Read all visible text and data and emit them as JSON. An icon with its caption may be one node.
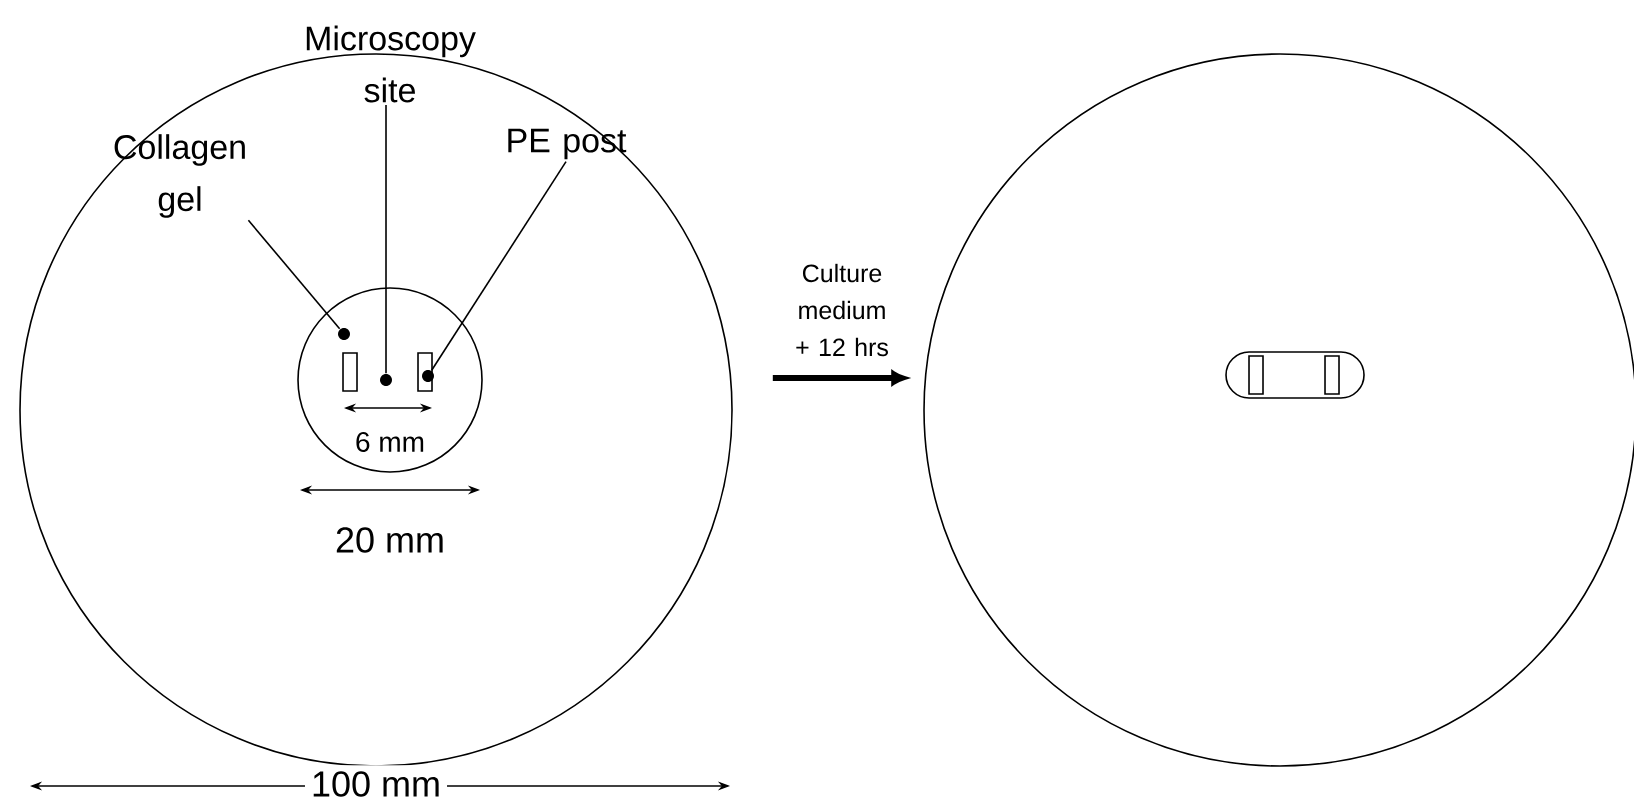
{
  "diagram": {
    "nodes": [
      {
        "text": [],
        "shape": "circle"
      },
      {
        "text": [],
        "shape": "circle",
        "in": 0
      },
      {
        "text": [],
        "shape": "box",
        "in": 1
      },
      {
        "text": [],
        "shape": "box",
        "in": 1
      },
      {
        "text": [],
        "shape": "dot",
        "in": 1
      },
      {
        "text": [],
        "shape": "dot",
        "in": 1
      },
      {
        "text": [],
        "shape": "dot",
        "in": 3
      },
      {
        "text": [
          "Collagen gel"
        ],
        "in": 0
      },
      {
        "text": [
          "Microscopy site"
        ],
        "in": 0
      },
      {
        "text": [
          "PE post"
        ],
        "in": 0
      },
      {
        "text": [],
        "shape": "circle"
      },
      {
        "text": [],
        "shape": "capsule",
        "in": 10
      },
      {
        "text": [],
        "shape": "box",
        "in": 11
      },
      {
        "text": [],
        "shape": "box",
        "in": 11
      }
    ],
    "edges": [
      {
        "from": 7,
        "to": 4,
        "arrow": "none"
      },
      {
        "from": 8,
        "to": 5,
        "arrow": "none"
      },
      {
        "from": 9,
        "to": 6,
        "arrow": "none"
      },
      {
        "from": 0,
        "to": 10,
        "arrow": "to",
        "style": "thick",
        "label": "Culture medium + 12 hrs"
      }
    ],
    "labels": [
      "6 mm",
      "20 mm",
      "100 mm"
    ]
  }
}
